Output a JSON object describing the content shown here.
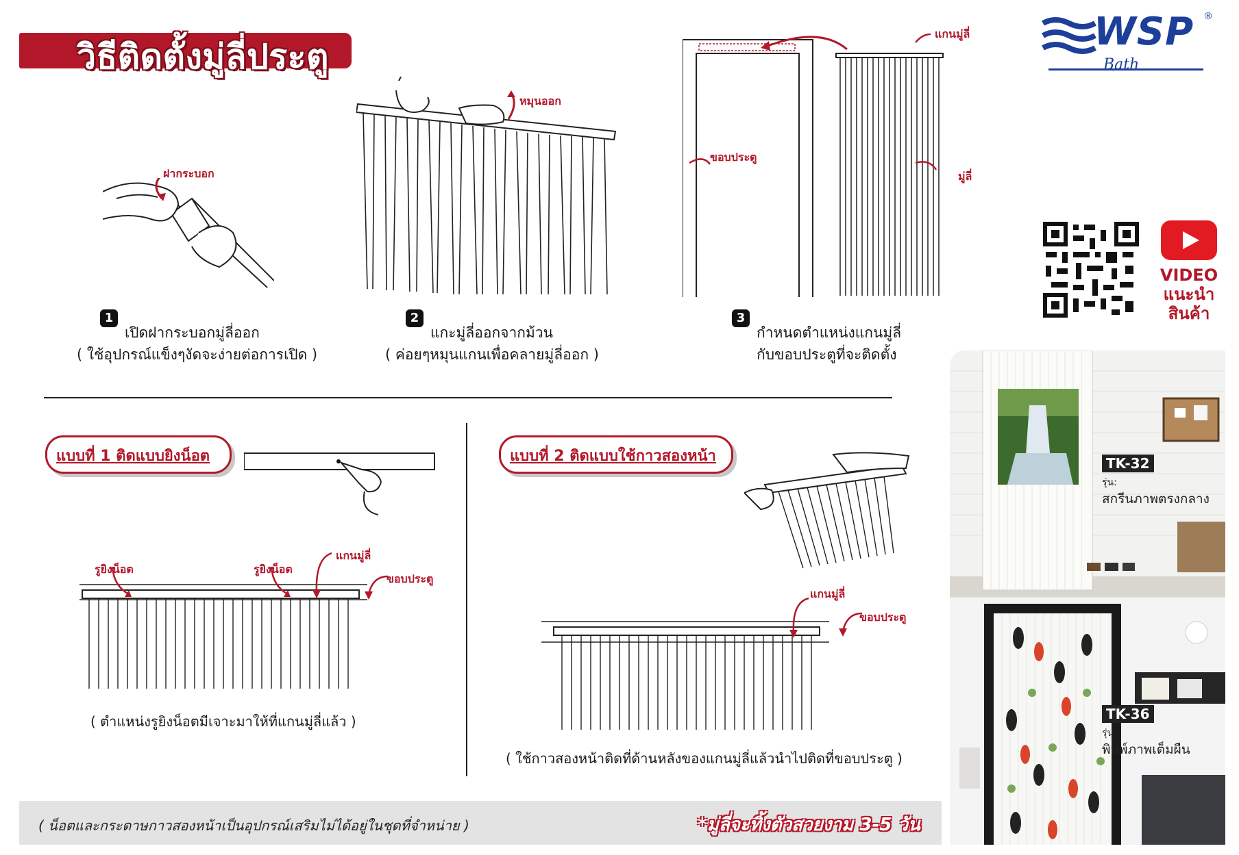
{
  "title": "วิธีติดตั้งมู่ลี่ประตู",
  "logo": {
    "brand": "WSP",
    "reg": "®",
    "sub": "Bath"
  },
  "steps": [
    {
      "num": "1",
      "line1": "เปิดฝากระบอกมู่ลี่ออก",
      "line2": "( ใช้อุปกรณ์แข็งๆงัดจะง่ายต่อการเปิด )",
      "label": "ฝากระบอก"
    },
    {
      "num": "2",
      "line1": "แกะมู่ลี่ออกจากม้วน",
      "line2": "( ค่อยๆหมุนแกนเพื่อคลายมู่ลี่ออก )",
      "label": "หมุนออก"
    },
    {
      "num": "3",
      "line1": "กำหนดตำแหน่งแกนมู่ลี่",
      "line2": "กับขอบประตูที่จะติดตั้ง",
      "label_rod": "แกนมู่ลี่",
      "label_frame": "ขอบประตู",
      "label_blind": "มู่ลี่"
    }
  ],
  "method1": {
    "title": "แบบที่ 1 ติดแบบยิงน็อต",
    "label_hole_a": "รูยิงน็อต",
    "label_hole_b": "รูยิงน็อต",
    "label_rod": "แกนมู่ลี่",
    "label_frame": "ขอบประตู",
    "caption": "( ตำแหน่งรูยิงน็อตมีเจาะมาให้ที่แกนมู่ลี่แล้ว )"
  },
  "method2": {
    "title": "แบบที่ 2 ติดแบบใช้กาวสองหน้า",
    "label_rod": "แกนมู่ลี่",
    "label_frame": "ขอบประตู",
    "caption": "( ใช้กาวสองหน้าติดที่ด้านหลังของแกนมู่ลี่แล้วนำไปติดที่ขอบประตู )"
  },
  "video": {
    "line1": "VIDEO",
    "line2": "แนะนำ",
    "line3": "สินค้า"
  },
  "products": [
    {
      "model": "TK-32",
      "label": "รุ่น:",
      "desc": "สกรีนภาพตรงกลาง"
    },
    {
      "model": "TK-36",
      "label": "รุ่น:",
      "desc": "พิมพ์ภาพเต็มผืน"
    }
  ],
  "notes": {
    "left": "( น็อตและกระดาษกาวสองหน้าเป็นอุปกรณ์เสริมไม่ได้อยู่ในชุดที่จำหน่าย )",
    "right": "*มู่ลี่จะทิ้งตัวสวยงาม 3-5 วัน"
  },
  "colors": {
    "accent": "#b3182a",
    "brand": "#1d3f9a"
  }
}
